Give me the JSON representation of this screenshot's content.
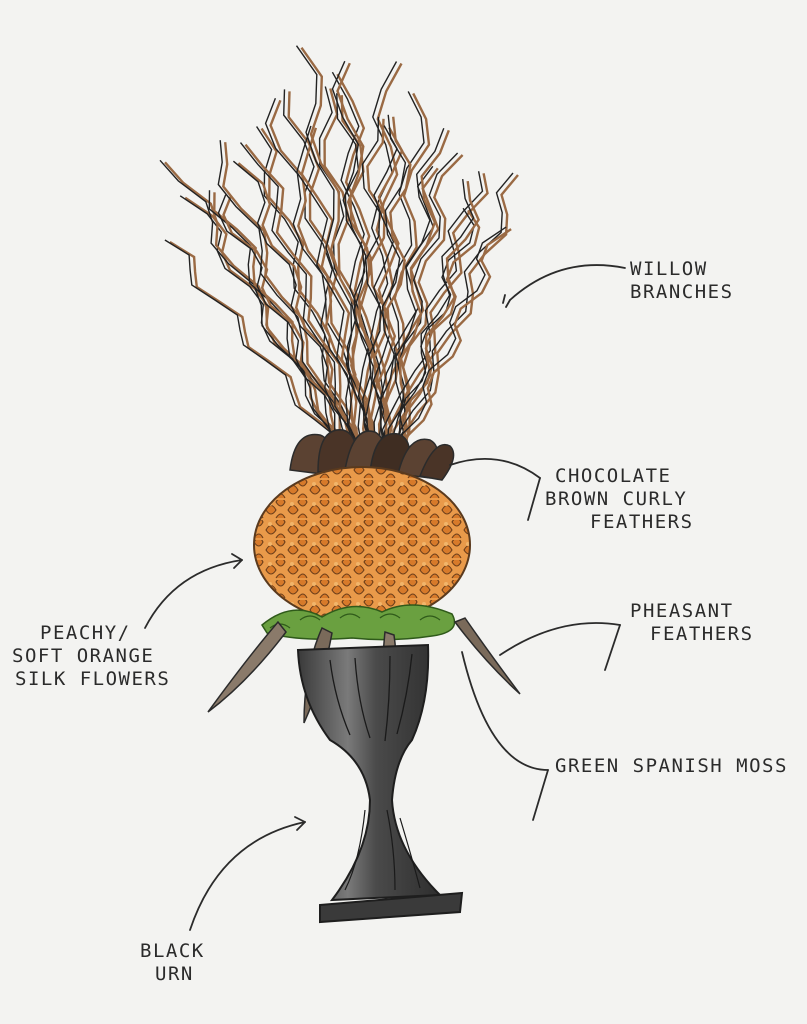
{
  "labels": {
    "willow": {
      "line1": "WILLOW",
      "line2": "BRANCHES"
    },
    "chocolate": {
      "line1": "CHOCOLATE",
      "line2": "BROWN CURLY",
      "line3": "FEATHERS"
    },
    "pheasant": {
      "line1": "PHEASANT",
      "line2": "FEATHERS"
    },
    "moss": {
      "line1": "GREEN SPANISH MOSS"
    },
    "peachy": {
      "line1": "PEACHY/",
      "line2": "SOFT ORANGE",
      "line3": "SILK FLOWERS"
    },
    "urn": {
      "line1": "BLACK",
      "line2": "URN"
    }
  },
  "colors": {
    "paper": "#f3f3f1",
    "ink": "#2b2b2b",
    "willow_brown": "#9a6a44",
    "flower_orange": "#e08a3a",
    "feather_brown": "#5b4232",
    "moss_green": "#5e9a3a",
    "urn_gray": "#4a4a4a"
  }
}
